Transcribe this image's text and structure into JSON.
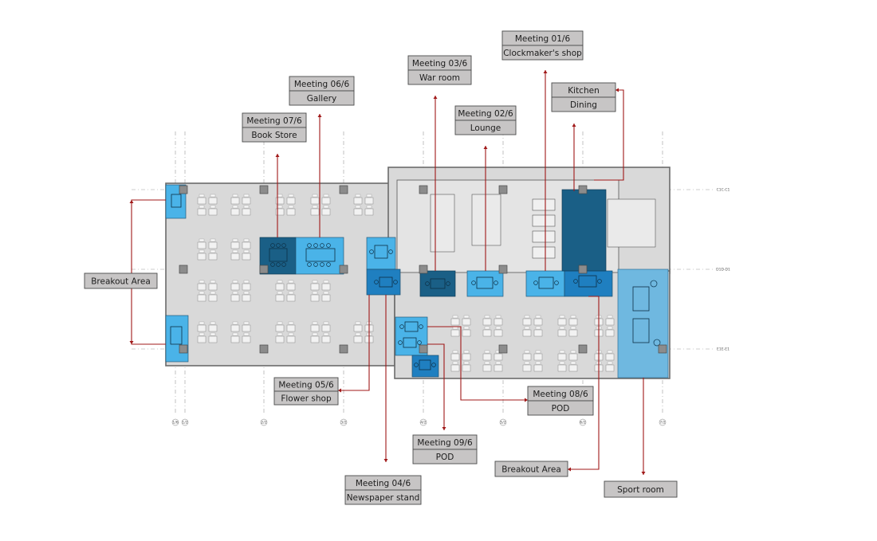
{
  "colors": {
    "floor": "#d9d9d9",
    "wall": "#6b6b6b",
    "label_fill": "#c7c5c5",
    "label_stroke": "#4a4a4a",
    "leader": "#a01818",
    "room_light": "#4ab3e8",
    "room_mid": "#1f7fc0",
    "room_dark": "#1a5f86",
    "sport": "#6fb8e0",
    "column": "#8c8c8c"
  },
  "rooms": [
    {
      "id": "meeting-01",
      "label": [
        "Meeting 01/6",
        "Clockmaker's shop"
      ]
    },
    {
      "id": "meeting-02",
      "label": [
        "Meeting 02/6",
        "Lounge"
      ]
    },
    {
      "id": "meeting-03",
      "label": [
        "Meeting 03/6",
        "War room"
      ]
    },
    {
      "id": "meeting-04",
      "label": [
        "Meeting 04/6",
        "Newspaper stand"
      ]
    },
    {
      "id": "meeting-05",
      "label": [
        "Meeting 05/6",
        "Flower shop"
      ]
    },
    {
      "id": "meeting-06",
      "label": [
        "Meeting 06/6",
        "Gallery"
      ]
    },
    {
      "id": "meeting-07",
      "label": [
        "Meeting 07/6",
        "Book Store"
      ]
    },
    {
      "id": "meeting-08",
      "label": [
        "Meeting 08/6",
        "POD"
      ]
    },
    {
      "id": "meeting-09",
      "label": [
        "Meeting 09/6",
        "POD"
      ]
    },
    {
      "id": "kitchen",
      "label": [
        "Kitchen",
        "Dining"
      ]
    },
    {
      "id": "breakout-left",
      "label": [
        "Breakout Area"
      ]
    },
    {
      "id": "breakout-right",
      "label": [
        "Breakout Area"
      ]
    },
    {
      "id": "sport-room",
      "label": [
        "Sport room"
      ]
    }
  ],
  "grid_labels": {
    "columns": [
      "1/6",
      "1/2",
      "2/2",
      "3/2",
      "4/2",
      "5/2",
      "6/2",
      "7/2"
    ],
    "rows": [
      "C1C-C1",
      "D1D-D1",
      "E1E-E1"
    ]
  }
}
